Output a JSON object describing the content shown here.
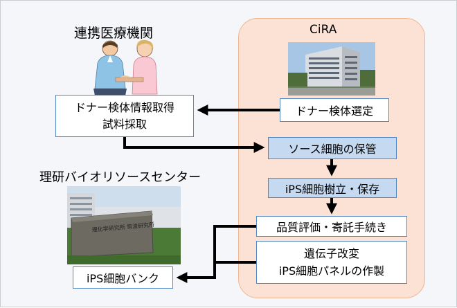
{
  "labels": {
    "partner_institution": "連携医療機関",
    "cira": "CiRA",
    "riken": "理研バイオリソースセンター"
  },
  "boxes": {
    "donor_acquisition_line1": "ドナー検体情報取得",
    "donor_acquisition_line2": "試料採取",
    "donor_selection": "ドナー検体選定",
    "source_cell_storage": "ソース細胞の保管",
    "ips_establish": "iPS細胞樹立・保存",
    "quality_eval": "品質評価・寄託手続き",
    "gene_mod_line1": "遺伝子改変",
    "gene_mod_line2": "iPS細胞パネルの作製",
    "ips_bank": "iPS細胞バンク"
  },
  "photos": {
    "riken_sign_text": "理化学研究所 筑波研究所"
  },
  "colors": {
    "cira_panel": "#fbe2d4",
    "highlight_box": "#c5d9f1",
    "box_border": "#4f86c6",
    "arrow": "#000000"
  }
}
